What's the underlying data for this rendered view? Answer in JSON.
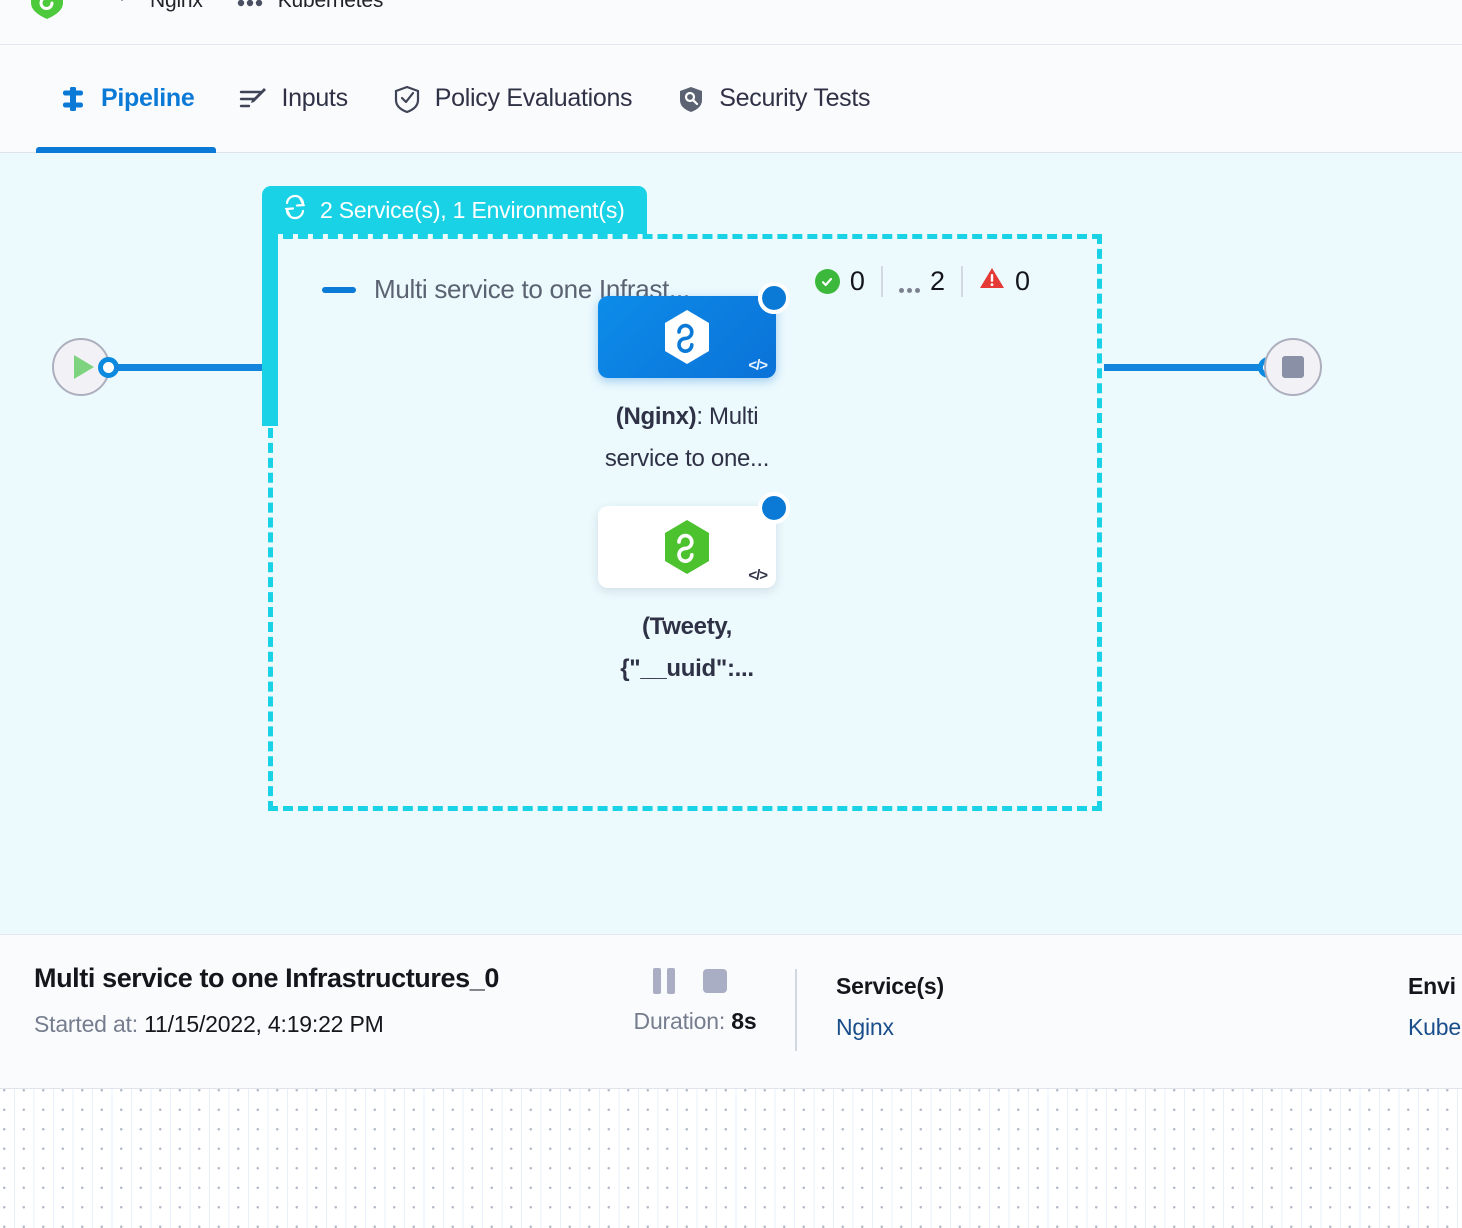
{
  "breadcrumb": {
    "items": [
      {
        "icon": "harness-hexagon-logo",
        "label": ""
      },
      {
        "icon": "gear-icon",
        "label": "Nginx"
      },
      {
        "icon": "kubernetes-deployment-icon",
        "label": "Kubernetes"
      }
    ]
  },
  "tabs": [
    {
      "id": "pipeline",
      "label": "Pipeline",
      "icon": "pipeline-icon",
      "active": true
    },
    {
      "id": "inputs",
      "label": "Inputs",
      "icon": "inputs-icon",
      "active": false
    },
    {
      "id": "policy",
      "label": "Policy Evaluations",
      "icon": "shield-check-icon",
      "active": false
    },
    {
      "id": "security",
      "label": "Security Tests",
      "icon": "shield-scan-icon",
      "active": false
    }
  ],
  "graph": {
    "stage_badge": "2 Service(s), 1 Environment(s)",
    "stage_title": "Multi service to one Infrast...",
    "stats": {
      "success": "0",
      "running": "2",
      "failed": "0"
    },
    "nodes": [
      {
        "id": "nginx-node",
        "label_bold": "(Nginx)",
        "label_rest": ": Multi service to one...",
        "state": "running",
        "selected": true,
        "code_badge": "</>"
      },
      {
        "id": "tweety-node",
        "label_line1": "(Tweety,",
        "label_line2": "{\"__uuid\":...",
        "state": "running",
        "selected": false,
        "code_badge": "</>"
      }
    ],
    "start_node": "start-play-node",
    "end_node": "end-stop-node"
  },
  "details": {
    "title": "Multi service to one Infrastructures_0",
    "started_label": "Started at:",
    "started_value": "11/15/2022, 4:19:22 PM",
    "duration_label": "Duration:",
    "duration_value": "8s",
    "services_label": "Service(s)",
    "services_value": "Nginx",
    "environments_label": "Envi",
    "environments_value": "Kube"
  },
  "colors": {
    "accent_blue": "#0b7ad6",
    "stage_cyan": "#1ad2e6",
    "canvas_bg": "#ecfafd",
    "success_green": "#3cb93c",
    "error_red": "#e53935",
    "node_green": "#4caf27"
  }
}
